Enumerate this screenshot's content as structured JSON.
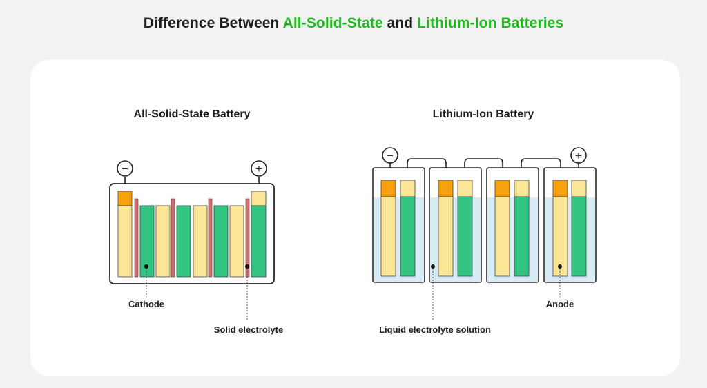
{
  "title": {
    "part1": "Difference Between ",
    "highlight1": "All-Solid-State",
    "part2": " and ",
    "highlight2": "Lithium-Ion Batteries"
  },
  "solid_state": {
    "heading": "All-Solid-State Battery",
    "negative_symbol": "−",
    "positive_symbol": "+",
    "labels": {
      "cathode": "Cathode",
      "solid_electrolyte": "Solid electrolyte"
    }
  },
  "lithium_ion": {
    "heading": "Lithium-Ion Battery",
    "negative_symbol": "−",
    "positive_symbol": "+",
    "labels": {
      "liquid_electrolyte": "Liquid electrolyte solution",
      "anode": "Anode"
    }
  },
  "colors": {
    "accent_green": "#22b81e",
    "anode_yellow": "#fbe597",
    "cathode_green": "#33c482",
    "terminal_orange": "#f6a10d",
    "solid_electrolyte_red": "#d96a6a",
    "liquid_blue": "#d8ecf6"
  }
}
